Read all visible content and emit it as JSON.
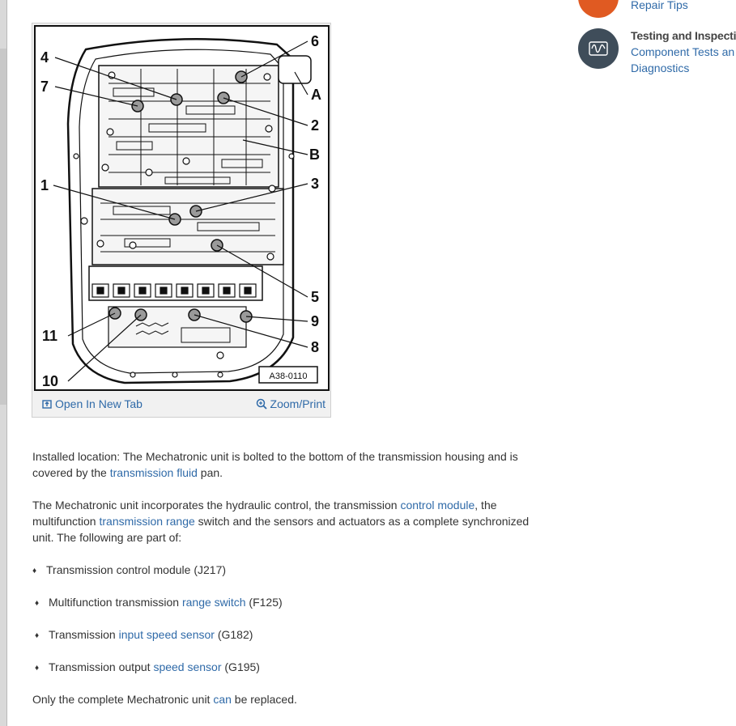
{
  "figure": {
    "callouts_left": [
      "4",
      "7",
      "1",
      "11",
      "10"
    ],
    "callouts_right": [
      "6",
      "A",
      "2",
      "B",
      "3",
      "5",
      "9",
      "8"
    ],
    "figure_code": "A38-0110",
    "open_new_tab_label": "Open In New Tab",
    "zoom_print_label": "Zoom/Print"
  },
  "right_panel": {
    "repair_tips_link": "Repair Tips",
    "testing_title": "Testing and Inspectio",
    "component_tests_link": "Component Tests an",
    "diagnostics_link": "Diagnostics",
    "icons": [
      "orange-circle-icon",
      "waveform-icon"
    ],
    "colors": {
      "orange": "#e05a22",
      "slate": "#3f4d5a",
      "link": "#2f6aa8"
    }
  },
  "content": {
    "p1": {
      "a": " Installed location: The Mechatronic unit is bolted to the bottom of the transmission housing and is covered by the ",
      "link": "transmission fluid",
      "b": " pan."
    },
    "p2": {
      "a": " The Mechatronic unit incorporates the hydraulic control, the transmission ",
      "link1": "control module",
      "b": ", the multifunction ",
      "link2": "transmission range",
      "c": " switch and the sensors and actuators as a complete synchronized unit. The following are part of:"
    },
    "list": {
      "item1": {
        "text": "Transmission control module (J217)"
      },
      "item2": {
        "a": "Multifunction transmission ",
        "link": "range switch",
        "b": " (F125)"
      },
      "item3": {
        "a": "Transmission ",
        "link": "input speed sensor",
        "b": " (G182)"
      },
      "item4": {
        "a": "Transmission output ",
        "link": "speed sensor",
        "b": " (G195)"
      }
    },
    "p3": {
      "a": " Only the complete Mechatronic unit ",
      "link": "can",
      "b": " be replaced."
    }
  }
}
